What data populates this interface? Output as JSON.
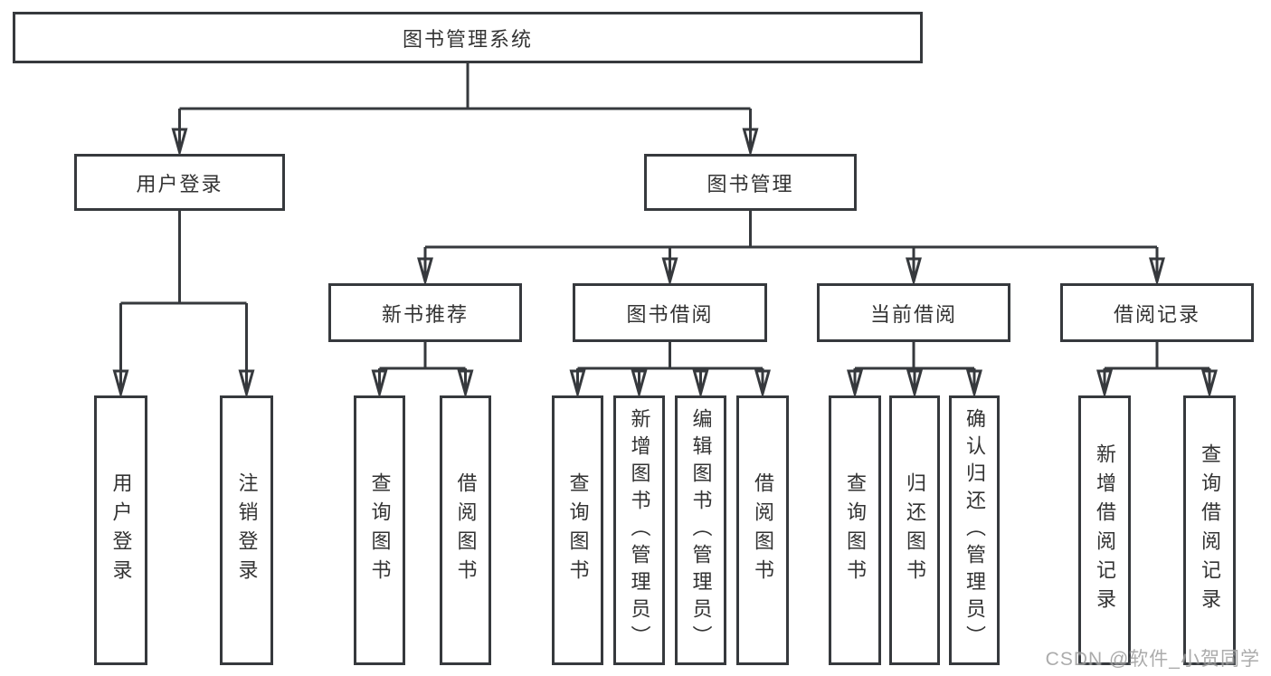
{
  "diagram": {
    "type": "hierarchy-tree",
    "background_color": "#ffffff",
    "line_color": "#36393d",
    "box_border_color": "#36393d",
    "text_color": "#333333",
    "watermark_color": "#9d9d9d",
    "watermark": "CSDN @软件_小贺同学",
    "nodes": {
      "root": {
        "label": "图书管理系统"
      },
      "user_login": {
        "label": "用户登录"
      },
      "book_mgmt": {
        "label": "图书管理"
      },
      "new_book_rec": {
        "label": "新书推荐"
      },
      "book_borrow": {
        "label": "图书借阅"
      },
      "current_borrow": {
        "label": "当前借阅"
      },
      "borrow_records": {
        "label": "借阅记录"
      },
      "leaf_user_login": {
        "label": "用户登录"
      },
      "leaf_logout": {
        "label": "注销登录"
      },
      "leaf_query_book_1": {
        "label": "查询图书"
      },
      "leaf_borrow_book_1": {
        "label": "借阅图书"
      },
      "leaf_query_book_2": {
        "label": "查询图书"
      },
      "leaf_add_book": {
        "label": "新增图书（管理员）"
      },
      "leaf_edit_book": {
        "label": "编辑图书（管理员）"
      },
      "leaf_borrow_book_2": {
        "label": "借阅图书"
      },
      "leaf_query_book_3": {
        "label": "查询图书"
      },
      "leaf_return_book": {
        "label": "归还图书"
      },
      "leaf_confirm_return": {
        "label": "确认归还（管理员）"
      },
      "leaf_add_record": {
        "label": "新增借阅记录"
      },
      "leaf_query_record": {
        "label": "查询借阅记录"
      }
    },
    "tree": {
      "label": "图书管理系统",
      "children": [
        {
          "label": "用户登录",
          "children": [
            "用户登录",
            "注销登录"
          ]
        },
        {
          "label": "图书管理",
          "children": [
            {
              "label": "新书推荐",
              "children": [
                "查询图书",
                "借阅图书"
              ]
            },
            {
              "label": "图书借阅",
              "children": [
                "查询图书",
                "新增图书（管理员）",
                "编辑图书（管理员）",
                "借阅图书"
              ]
            },
            {
              "label": "当前借阅",
              "children": [
                "查询图书",
                "归还图书",
                "确认归还（管理员）"
              ]
            },
            {
              "label": "借阅记录",
              "children": [
                "新增借阅记录",
                "查询借阅记录"
              ]
            }
          ]
        }
      ]
    }
  }
}
